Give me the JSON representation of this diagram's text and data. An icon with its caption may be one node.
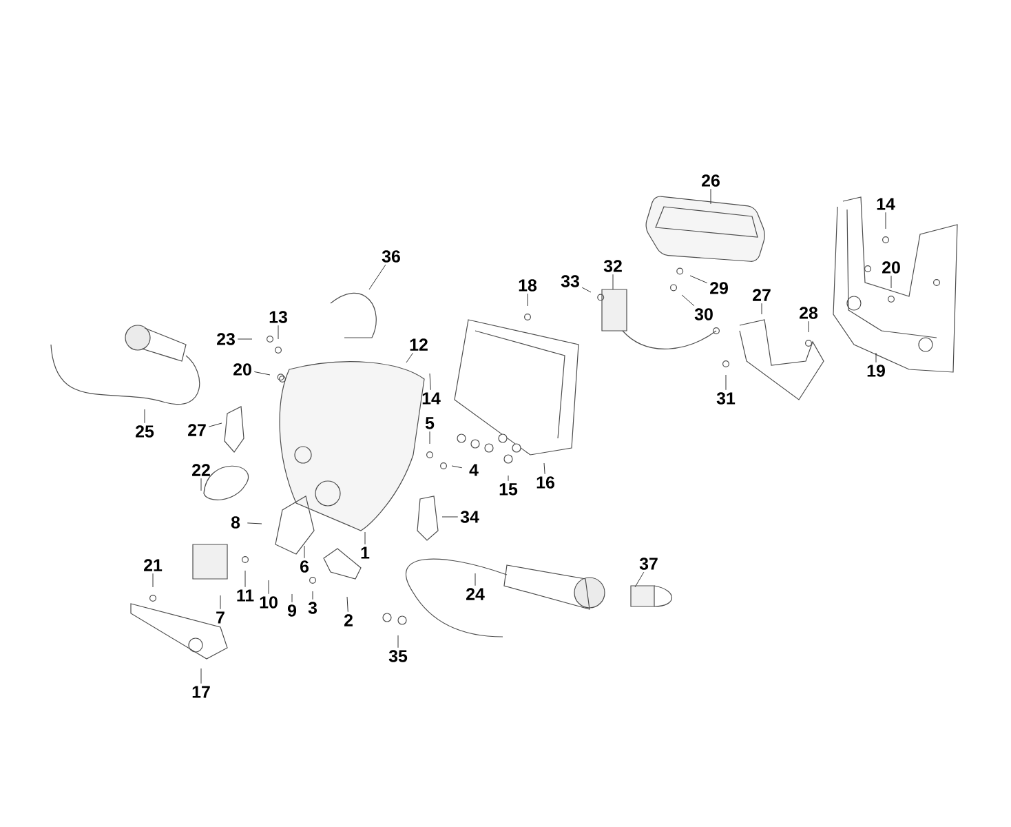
{
  "diagram": {
    "nodes": [
      {
        "text": [
          "26"
        ]
      },
      {
        "text": [
          "14"
        ]
      },
      {
        "text": [
          "20"
        ]
      },
      {
        "text": [
          "19"
        ]
      },
      {
        "text": [
          "29"
        ]
      },
      {
        "text": [
          "30"
        ]
      },
      {
        "text": [
          "27"
        ]
      },
      {
        "text": [
          "28"
        ]
      },
      {
        "text": [
          "31"
        ]
      },
      {
        "text": [
          "32"
        ]
      },
      {
        "text": [
          "33"
        ]
      },
      {
        "text": [
          "18"
        ]
      },
      {
        "text": [
          "36"
        ]
      },
      {
        "text": [
          "13"
        ]
      },
      {
        "text": [
          "23"
        ]
      },
      {
        "text": [
          "20"
        ]
      },
      {
        "text": [
          "12"
        ]
      },
      {
        "text": [
          "14"
        ]
      },
      {
        "text": [
          "5"
        ]
      },
      {
        "text": [
          "4"
        ]
      },
      {
        "text": [
          "15"
        ]
      },
      {
        "text": [
          "16"
        ]
      },
      {
        "text": [
          "25"
        ]
      },
      {
        "text": [
          "27"
        ]
      },
      {
        "text": [
          "22"
        ]
      },
      {
        "text": [
          "8"
        ]
      },
      {
        "text": [
          "6"
        ]
      },
      {
        "text": [
          "1"
        ]
      },
      {
        "text": [
          "34"
        ]
      },
      {
        "text": [
          "21"
        ]
      },
      {
        "text": [
          "11"
        ]
      },
      {
        "text": [
          "10"
        ]
      },
      {
        "text": [
          "9"
        ]
      },
      {
        "text": [
          "3"
        ]
      },
      {
        "text": [
          "2"
        ]
      },
      {
        "text": [
          "7"
        ]
      },
      {
        "text": [
          "17"
        ]
      },
      {
        "text": [
          "35"
        ]
      },
      {
        "text": [
          "24"
        ]
      },
      {
        "text": [
          "37"
        ]
      }
    ],
    "edges": [
      {
        "from": 0,
        "to": null,
        "arrow": "none"
      },
      {
        "from": 1,
        "to": null,
        "arrow": "none"
      },
      {
        "from": 2,
        "to": null,
        "arrow": "none"
      },
      {
        "from": 3,
        "to": null,
        "arrow": "none"
      },
      {
        "from": 4,
        "to": null,
        "arrow": "none"
      },
      {
        "from": 5,
        "to": null,
        "arrow": "none"
      },
      {
        "from": 6,
        "to": null,
        "arrow": "none"
      },
      {
        "from": 7,
        "to": null,
        "arrow": "none"
      },
      {
        "from": 8,
        "to": null,
        "arrow": "none"
      },
      {
        "from": 9,
        "to": null,
        "arrow": "none"
      },
      {
        "from": 10,
        "to": null,
        "arrow": "none"
      },
      {
        "from": 11,
        "to": null,
        "arrow": "none"
      },
      {
        "from": 12,
        "to": null,
        "arrow": "none"
      },
      {
        "from": 13,
        "to": null,
        "arrow": "none"
      },
      {
        "from": 14,
        "to": null,
        "arrow": "none"
      },
      {
        "from": 15,
        "to": null,
        "arrow": "none"
      },
      {
        "from": 16,
        "to": null,
        "arrow": "none"
      },
      {
        "from": 17,
        "to": null,
        "arrow": "none"
      },
      {
        "from": 18,
        "to": null,
        "arrow": "none"
      },
      {
        "from": 19,
        "to": null,
        "arrow": "none"
      },
      {
        "from": 20,
        "to": null,
        "arrow": "none"
      },
      {
        "from": 21,
        "to": null,
        "arrow": "none"
      },
      {
        "from": 22,
        "to": null,
        "arrow": "none"
      },
      {
        "from": 23,
        "to": null,
        "arrow": "none"
      },
      {
        "from": 24,
        "to": null,
        "arrow": "none"
      },
      {
        "from": 25,
        "to": null,
        "arrow": "none"
      },
      {
        "from": 26,
        "to": null,
        "arrow": "none"
      },
      {
        "from": 27,
        "to": null,
        "arrow": "none"
      },
      {
        "from": 28,
        "to": null,
        "arrow": "none"
      },
      {
        "from": 29,
        "to": null,
        "arrow": "none"
      },
      {
        "from": 30,
        "to": null,
        "arrow": "none"
      },
      {
        "from": 31,
        "to": null,
        "arrow": "none"
      },
      {
        "from": 32,
        "to": null,
        "arrow": "none"
      },
      {
        "from": 33,
        "to": null,
        "arrow": "none"
      },
      {
        "from": 34,
        "to": null,
        "arrow": "none"
      },
      {
        "from": 35,
        "to": null,
        "arrow": "none"
      },
      {
        "from": 36,
        "to": null,
        "arrow": "none"
      },
      {
        "from": 37,
        "to": null,
        "arrow": "none"
      },
      {
        "from": 38,
        "to": null,
        "arrow": "none"
      },
      {
        "from": 39,
        "to": null,
        "arrow": "none"
      }
    ]
  }
}
